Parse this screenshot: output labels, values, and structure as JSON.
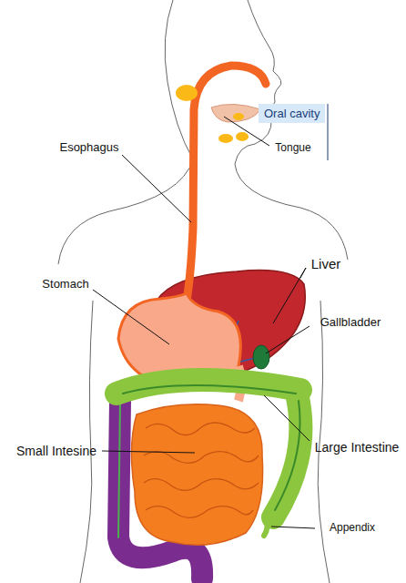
{
  "diagram": {
    "nodes": [
      {
        "text": [
          "Oral cavity"
        ]
      }
    ],
    "labels": [
      "Tongue",
      "Esophagus",
      "Stomach",
      "Liver",
      "Gallbladder",
      "Large Intestine",
      "Small Intesine",
      "Appendix"
    ]
  }
}
